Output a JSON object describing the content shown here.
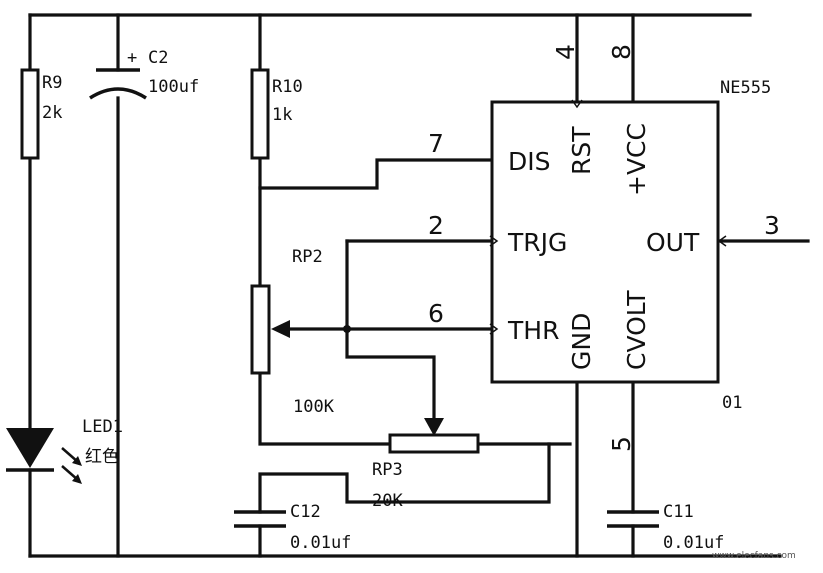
{
  "ic": {
    "name": "NE555",
    "unit": "01",
    "pins": {
      "dis": "DIS",
      "rst": "RST",
      "vcc": "+VCC",
      "trig": "TRJG",
      "out": "OUT",
      "thr": "THR",
      "gnd": "GND",
      "cvolt": "CVOLT"
    },
    "pin_numbers": {
      "rst": "4",
      "vcc": "8",
      "dis": "7",
      "trig": "2",
      "out": "3",
      "thr": "6",
      "cvolt": "5"
    }
  },
  "components": {
    "r9": {
      "ref": "R9",
      "value": "2k"
    },
    "c2": {
      "ref": "C2",
      "value": "100uf",
      "polarity": "+"
    },
    "r10": {
      "ref": "R10",
      "value": "1k"
    },
    "rp2": {
      "ref": "RP2",
      "value": "100K"
    },
    "rp3": {
      "ref": "RP3",
      "value": "20K"
    },
    "led1": {
      "ref": "LED1",
      "value": "红色"
    },
    "c12": {
      "ref": "C12",
      "value": "0.01uf"
    },
    "c11": {
      "ref": "C11",
      "value": "0.01uf"
    }
  },
  "watermark": "www.elecfans.com"
}
